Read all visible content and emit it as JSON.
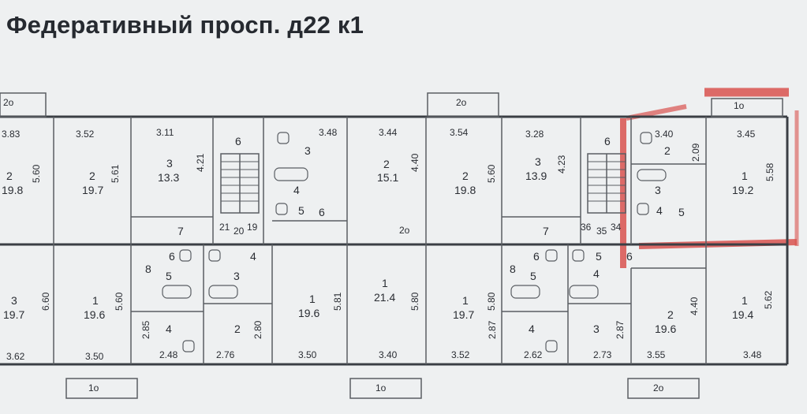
{
  "title": "Федеративный просп. д22 к1",
  "colors": {
    "background": "#eef0f1",
    "wall": "#3b3f45",
    "highlight": "#d9534f"
  },
  "rooms": [
    {
      "num": "2",
      "area": "19.8"
    },
    {
      "num": "2",
      "area": "19.7"
    },
    {
      "num": "3",
      "area": "13.3"
    },
    {
      "num": "6"
    },
    {
      "num": "3"
    },
    {
      "num": "4"
    },
    {
      "num": "5"
    },
    {
      "num": "6"
    },
    {
      "num": "2",
      "area": "15.1"
    },
    {
      "num": "2",
      "area": "19.8"
    },
    {
      "num": "3",
      "area": "13.9"
    },
    {
      "num": "6"
    },
    {
      "num": "2"
    },
    {
      "num": "3"
    },
    {
      "num": "4"
    },
    {
      "num": "5"
    },
    {
      "num": "1",
      "area": "19.2"
    },
    {
      "num": "7"
    },
    {
      "num": "7"
    },
    {
      "num": "3",
      "area": "19.7"
    },
    {
      "num": "1",
      "area": "19.6"
    },
    {
      "num": "8"
    },
    {
      "num": "6"
    },
    {
      "num": "5"
    },
    {
      "num": "4"
    },
    {
      "num": "4"
    },
    {
      "num": "3"
    },
    {
      "num": "2"
    },
    {
      "num": "1",
      "area": "19.6"
    },
    {
      "num": "1",
      "area": "21.4"
    },
    {
      "num": "1",
      "area": "19.7"
    },
    {
      "num": "8"
    },
    {
      "num": "6"
    },
    {
      "num": "5"
    },
    {
      "num": "4"
    },
    {
      "num": "5"
    },
    {
      "num": "4"
    },
    {
      "num": "3"
    },
    {
      "num": "6"
    },
    {
      "num": "2",
      "area": "19.6"
    },
    {
      "num": "1",
      "area": "19.4"
    }
  ],
  "top_dims": [
    "3.83",
    "3.52",
    "3.11",
    "3.48",
    "3.44",
    "3.54",
    "3.28",
    "3.40",
    "3.45"
  ],
  "bottom_dims": [
    "3.62",
    "3.50",
    "2.48",
    "2.76",
    "3.50",
    "3.40",
    "3.52",
    "2.62",
    "2.73",
    "3.55",
    "3.48"
  ],
  "vertical_dims": [
    "5.60",
    "5.61",
    "4.21",
    "4.40",
    "5.60",
    "4.23",
    "2.09",
    "5.58",
    "6.60",
    "5.60",
    "2.85",
    "2.80",
    "5.81",
    "5.80",
    "5.80",
    "2.87",
    "2.87",
    "4.40",
    "5.62"
  ],
  "stair_labels": [
    "21",
    "20",
    "19",
    "36",
    "35",
    "34"
  ],
  "balconies": [
    "2о",
    "2о",
    "1о",
    "2о",
    "1о",
    "1о",
    "2о"
  ]
}
